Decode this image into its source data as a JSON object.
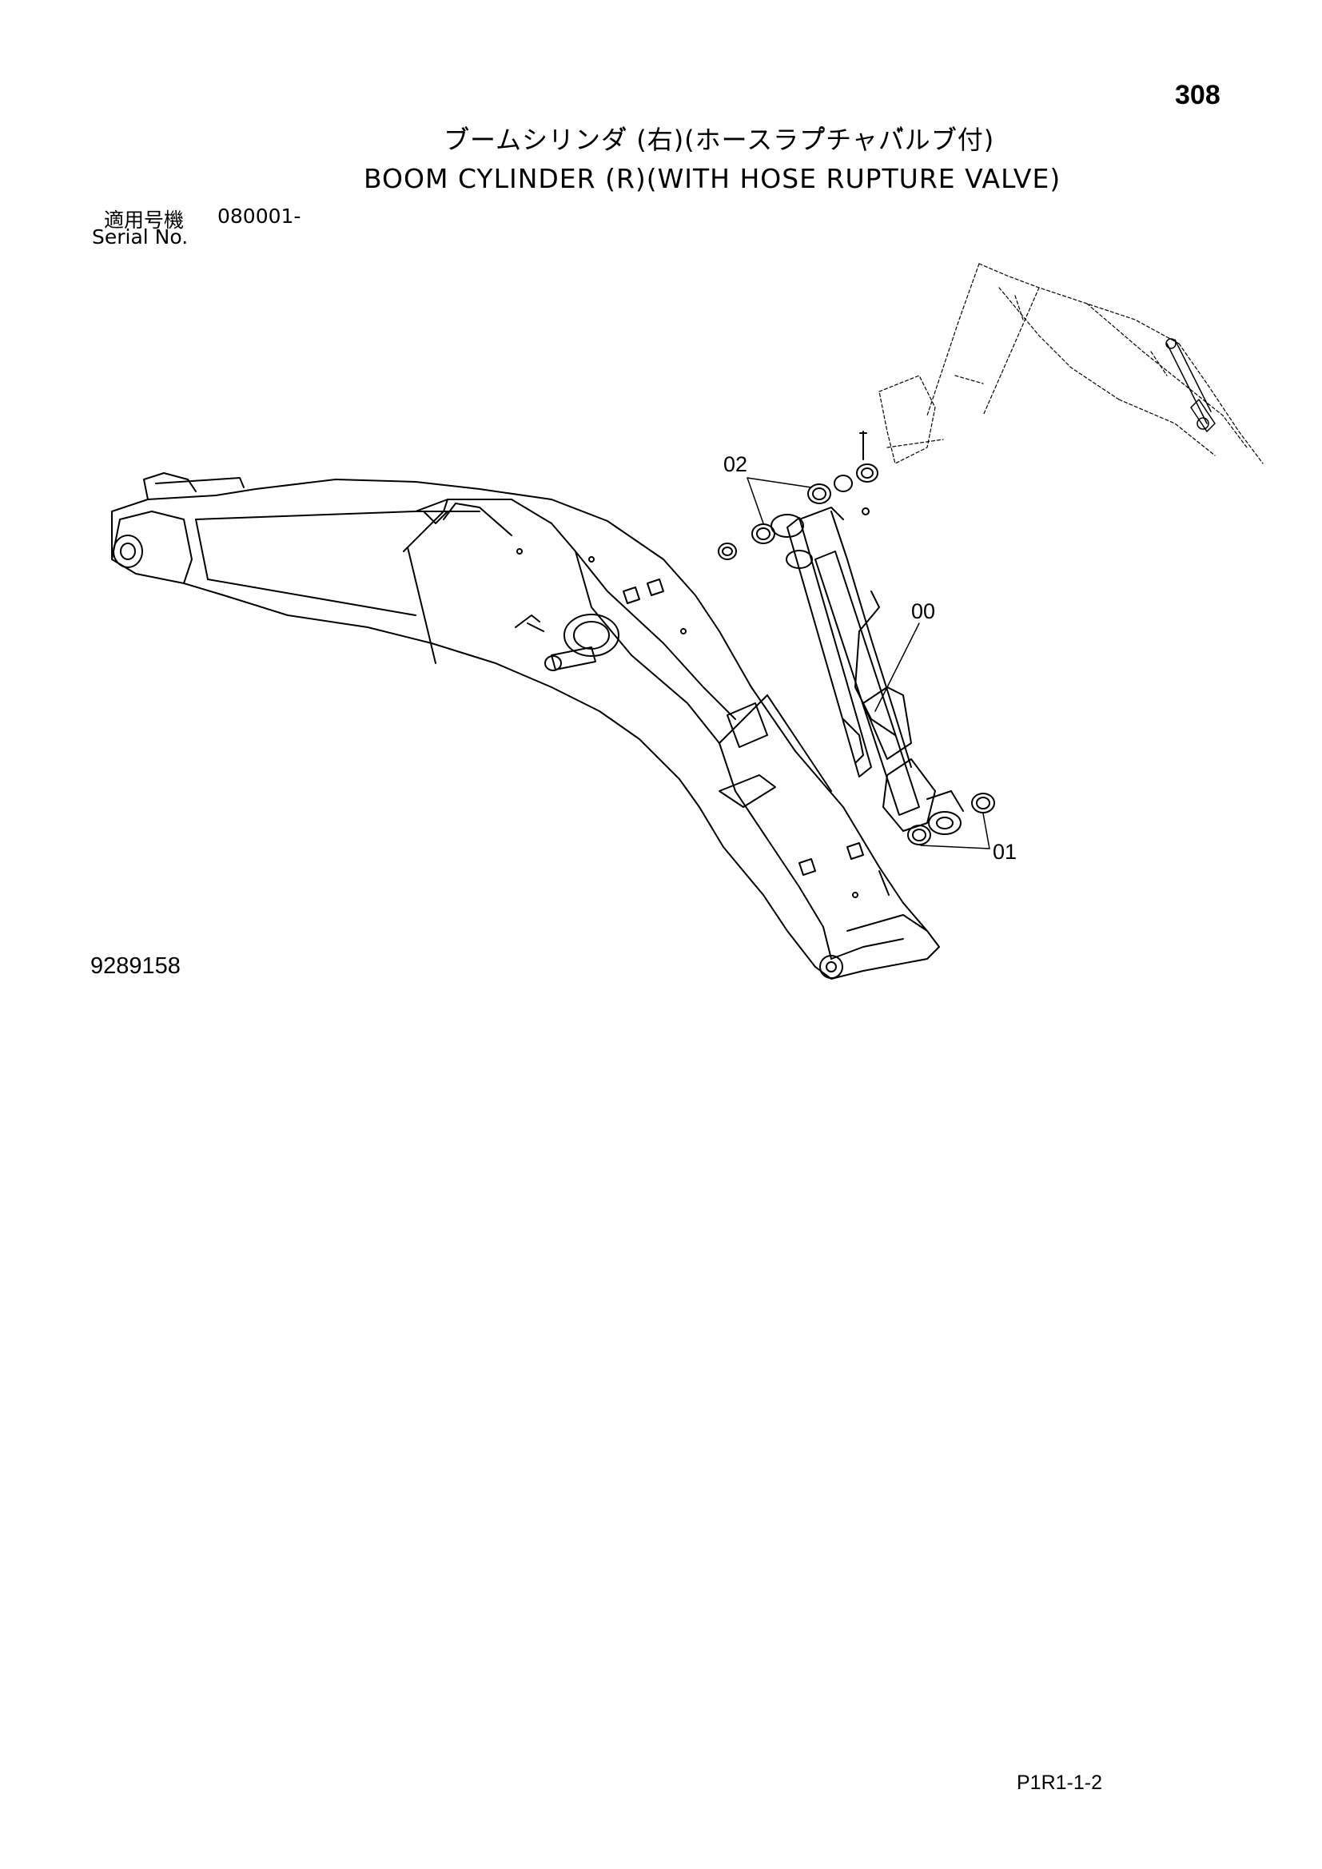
{
  "page": {
    "number": "308",
    "title_ja": "ブ゙ームシリンダ゙ (右)(ホースラプ゚チャバ゙ルブ゙付)",
    "title_en": "BOOM CYLINDER (R)(WITH HOSE RUPTURE VALVE)",
    "serial_label_ja": "適用号機",
    "serial_value": "080001-",
    "serial_label_en": "Serial No.",
    "figure_number": "9289158",
    "page_code": "P1R1-1-2"
  },
  "diagram": {
    "callouts": [
      {
        "id": "callout-02",
        "label": "02"
      },
      {
        "id": "callout-00",
        "label": "00"
      },
      {
        "id": "callout-01",
        "label": "01"
      }
    ]
  }
}
